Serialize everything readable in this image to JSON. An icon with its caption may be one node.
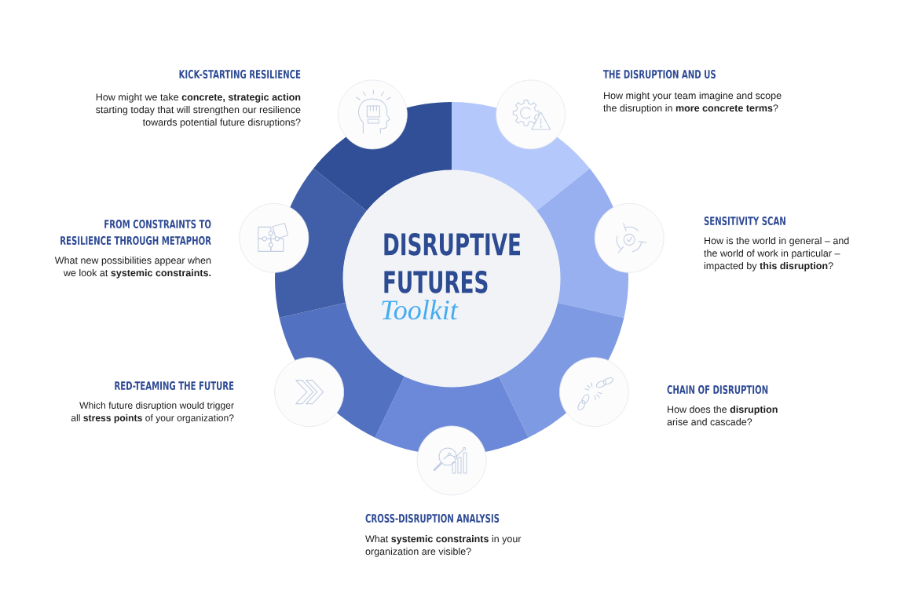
{
  "diagram": {
    "nodes": [
      {
        "text": [
          "DISRUPTIVE FUTURES",
          "Toolkit"
        ]
      },
      {
        "text": [],
        "shape": "band",
        "beside": [
          "THE DISRUPTION AND US",
          "How might your team imagine and scope the disruption in **more concrete terms**?"
        ]
      },
      {
        "text": [],
        "shape": "band",
        "beside": [
          "SENSITIVITY SCAN",
          "How is the world in general – and the world of work in particular – impacted by **this disruption**?"
        ]
      },
      {
        "text": [],
        "shape": "band",
        "beside": [
          "CHAIN OF DISRUPTION",
          "How does the **disruption** arise and cascade?"
        ]
      },
      {
        "text": [],
        "shape": "band",
        "beside": [
          "CROSS-DISRUPTION ANALYSIS",
          "What **systemic constraints** in your organization are visible?"
        ]
      },
      {
        "text": [],
        "shape": "band",
        "beside": [
          "RED-TEAMING THE FUTURE",
          "Which future disruption would trigger all **stress points** of your organization?"
        ]
      },
      {
        "text": [],
        "shape": "band",
        "beside": [
          "FROM CONSTRAINTS TO RESILIENCE THROUGH METAPHOR",
          "What new possibilities appear when we look at **systemic constraints.**"
        ]
      },
      {
        "text": [],
        "shape": "band",
        "beside": [
          "KICK-STARTING RESILIENCE",
          "How might we take **concrete, strategic action** starting today that will strengthen our resilience towards potential future disruptions?"
        ]
      }
    ]
  }
}
